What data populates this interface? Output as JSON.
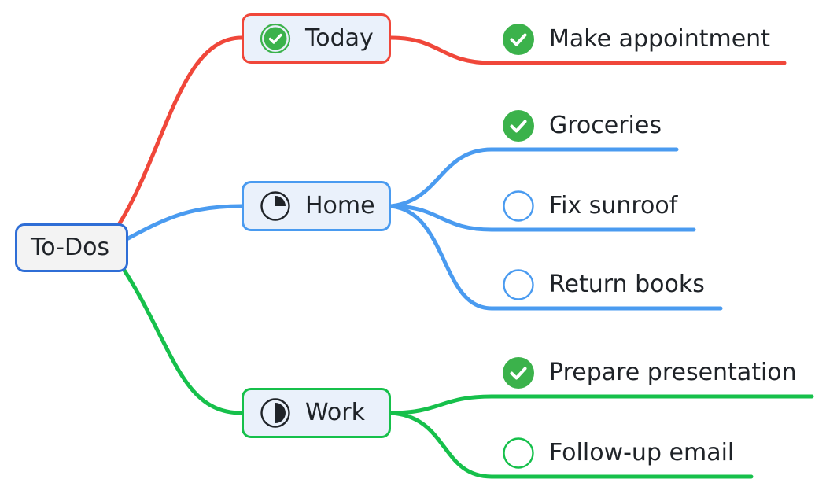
{
  "colors": {
    "today": "#f0473a",
    "home": "#4a9bf0",
    "work": "#16c04b",
    "root_border": "#2f6ed6",
    "check_fill": "#3bb24b",
    "text": "#1f2328"
  },
  "root": {
    "label": "To-Dos"
  },
  "categories": [
    {
      "key": "today",
      "label": "Today",
      "icon": "check-circle-icon",
      "tasks": [
        {
          "label": "Make appointment",
          "status": "done",
          "icon": "check-circle-filled-icon"
        }
      ]
    },
    {
      "key": "home",
      "label": "Home",
      "icon": "progress-quarter-icon",
      "tasks": [
        {
          "label": "Groceries",
          "status": "done",
          "icon": "check-circle-filled-icon"
        },
        {
          "label": "Fix sunroof",
          "status": "open",
          "icon": "empty-circle-icon"
        },
        {
          "label": "Return books",
          "status": "open",
          "icon": "empty-circle-icon"
        }
      ]
    },
    {
      "key": "work",
      "label": "Work",
      "icon": "progress-half-icon",
      "tasks": [
        {
          "label": "Prepare presentation",
          "status": "done",
          "icon": "check-circle-filled-icon"
        },
        {
          "label": "Follow-up email",
          "status": "open",
          "icon": "empty-circle-icon"
        }
      ]
    }
  ]
}
